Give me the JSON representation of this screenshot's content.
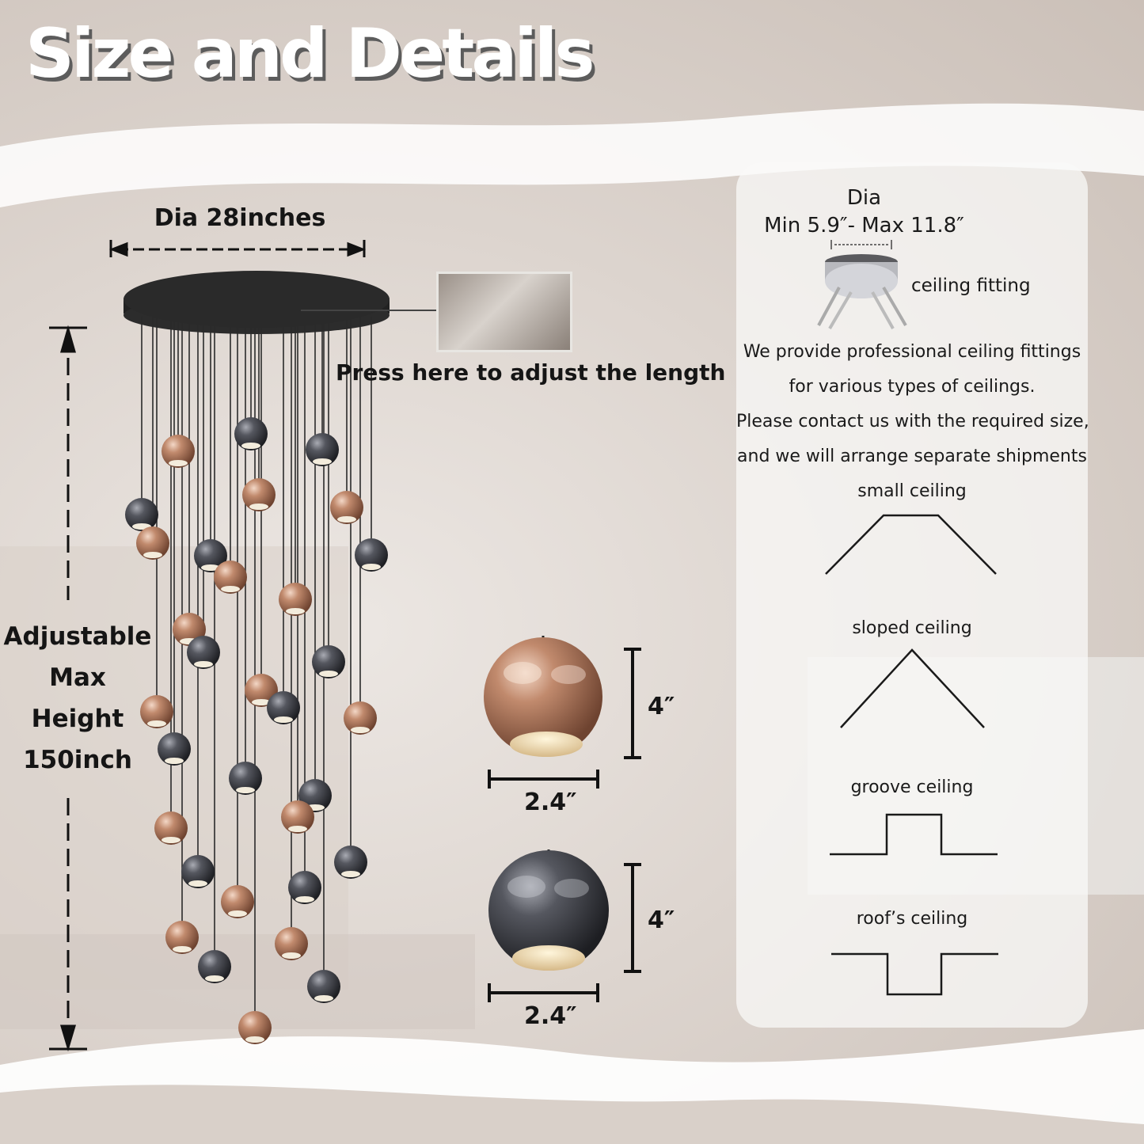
{
  "title": "Size and Details",
  "main": {
    "diameter_label": "Dia 28inches",
    "adjust_label": "Press here to adjust the length",
    "height_label": [
      "Adjustable",
      "Max Height",
      "150inch"
    ]
  },
  "globes": [
    {
      "finish": "rose-gold",
      "height": "4″",
      "width": "2.4″"
    },
    {
      "finish": "gunmetal",
      "height": "4″",
      "width": "2.4″"
    }
  ],
  "panel": {
    "dia_title": "Dia",
    "dia_range": "Min 5.9″- Max 11.8″",
    "fitting_label": "ceiling fitting",
    "description": [
      "We provide professional ceiling fittings",
      "for various types of ceilings.",
      "Please contact us with the required size,",
      "and we will arrange separate shipments"
    ],
    "ceiling_types": [
      "small ceiling",
      "sloped ceiling",
      "groove ceiling",
      "roof’s ceiling"
    ]
  },
  "colors": {
    "rose_gold": "#b07a60",
    "gunmetal": "#3d3e44",
    "canopy": "#222222",
    "title_shadow": "#5c5c5c"
  }
}
